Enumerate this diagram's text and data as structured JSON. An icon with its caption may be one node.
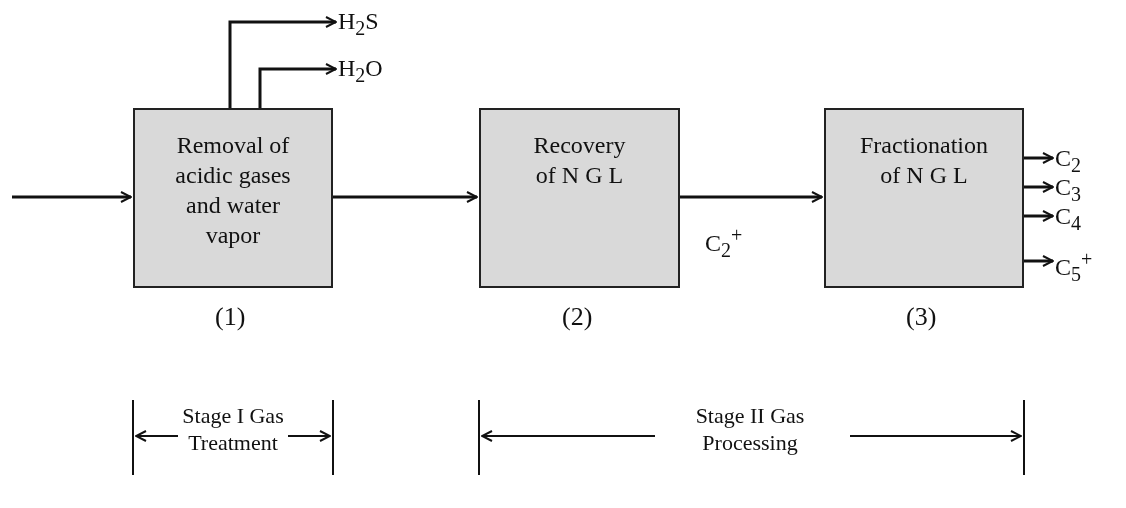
{
  "diagram": {
    "nodes": [
      {
        "text": [
          "Removal of acidic gases and water vapor"
        ],
        "beside": [
          "(1)"
        ]
      },
      {
        "text": [
          "Recovery of N G L"
        ],
        "beside": [
          "(2)"
        ]
      },
      {
        "text": [
          "Fractionation of N G L"
        ],
        "beside": [
          "(3)"
        ]
      },
      {
        "text": [
          "H$_{2}$S"
        ]
      },
      {
        "text": [
          "H$_{2}$O"
        ]
      },
      {
        "text": [
          "C$_{2}$"
        ]
      },
      {
        "text": [
          "C$_{3}$"
        ]
      },
      {
        "text": [
          "C$_{4}$"
        ]
      },
      {
        "text": [
          "C$_{5}$$^{+}$"
        ]
      }
    ],
    "edges": [
      {
        "from": null,
        "to": 0,
        "arrow": "to"
      },
      {
        "from": 0,
        "to": 1,
        "arrow": "to"
      },
      {
        "from": 1,
        "to": 2,
        "arrow": "to",
        "label": "C$_{2}$$^{+}$"
      },
      {
        "from": 0,
        "to": 3,
        "arrow": "to"
      },
      {
        "from": 0,
        "to": 4,
        "arrow": "to"
      },
      {
        "from": 2,
        "to": 5,
        "arrow": "to"
      },
      {
        "from": 2,
        "to": 6,
        "arrow": "to"
      },
      {
        "from": 2,
        "to": 7,
        "arrow": "to"
      },
      {
        "from": 2,
        "to": 8,
        "arrow": "to"
      }
    ],
    "labels": [
      "Stage I Gas Treatment",
      "Stage II Gas Processing"
    ]
  }
}
